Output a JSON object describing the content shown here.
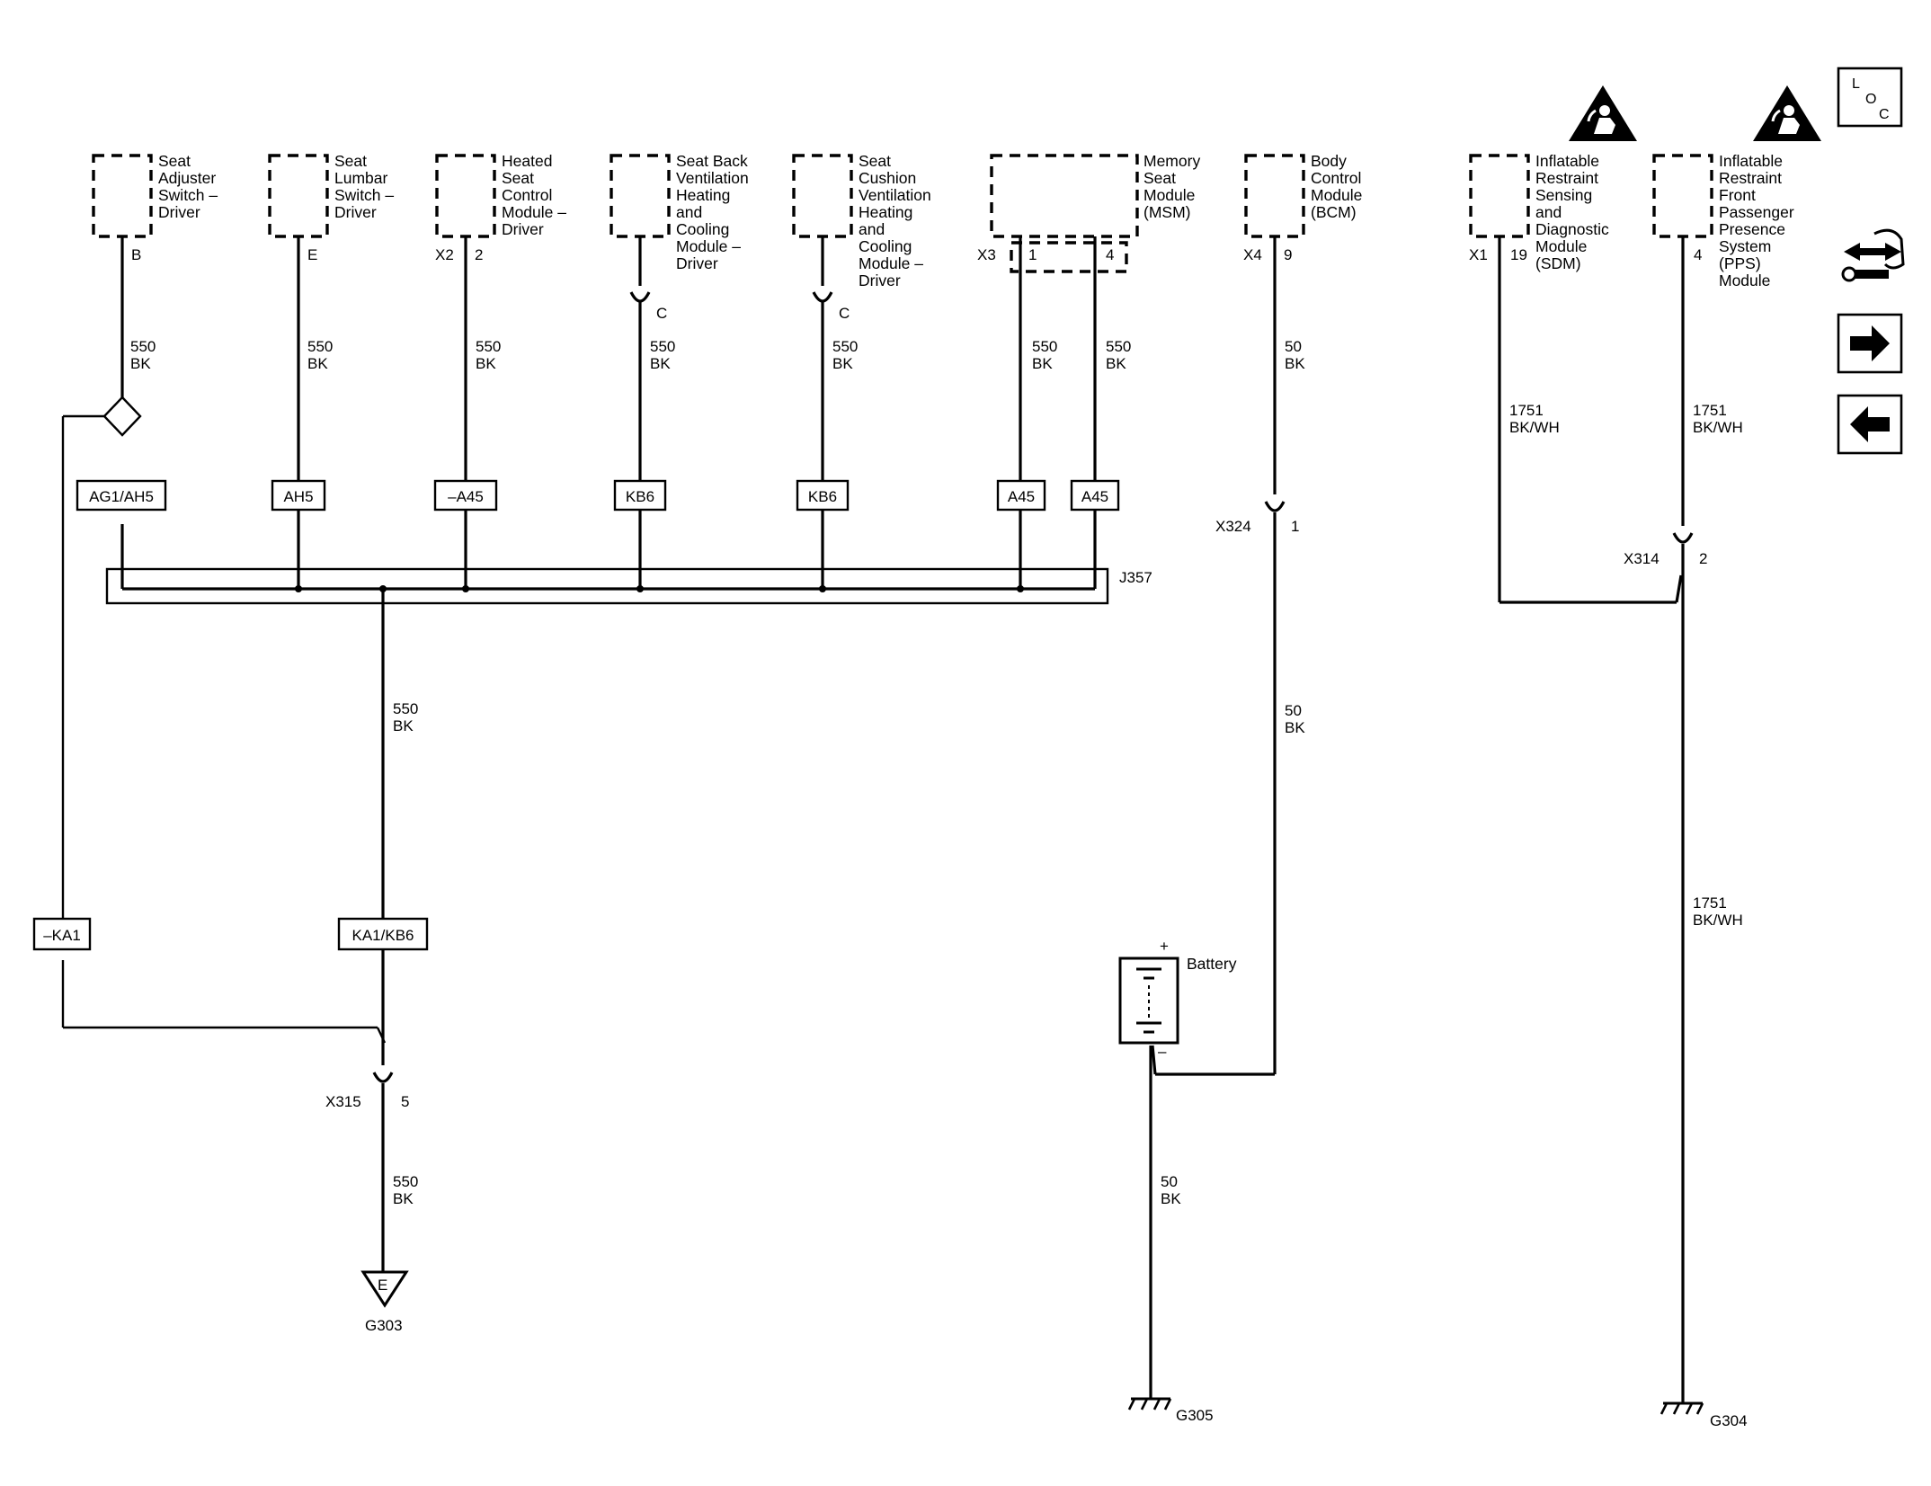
{
  "modules": [
    {
      "name_lines": [
        "Seat",
        "Adjuster",
        "Switch –",
        "Driver"
      ],
      "pin": "B"
    },
    {
      "name_lines": [
        "Seat",
        "Lumbar",
        "Switch –",
        "Driver"
      ],
      "pin": "E"
    },
    {
      "name_lines": [
        "Heated",
        "Seat",
        "Control",
        "Module –",
        "Driver"
      ],
      "connector": "X2",
      "pin": "2"
    },
    {
      "name_lines": [
        "Seat Back",
        "Ventilation",
        "Heating",
        "and",
        "Cooling",
        "Module –",
        "Driver"
      ],
      "pin": "C"
    },
    {
      "name_lines": [
        "Seat",
        "Cushion",
        "Ventilation",
        "Heating",
        "and",
        "Cooling",
        "Module –",
        "Driver"
      ],
      "pin": "C"
    },
    {
      "name_lines": [
        "Memory",
        "Seat",
        "Module",
        "(MSM)"
      ],
      "connector": "X3",
      "pins": [
        "1",
        "4"
      ]
    },
    {
      "name_lines": [
        "Body",
        "Control",
        "Module",
        "(BCM)"
      ],
      "connector": "X4",
      "pin": "9"
    },
    {
      "name_lines": [
        "Inflatable",
        "Restraint",
        "Sensing",
        "and",
        "Diagnostic",
        "Module",
        "(SDM)"
      ],
      "connector": "X1",
      "pin": "19"
    },
    {
      "name_lines": [
        "Inflatable",
        "Restraint",
        "Front",
        "Passenger",
        "Presence",
        "System",
        "(PPS)",
        "Module"
      ],
      "pin": "4"
    }
  ],
  "wires": {
    "w550": [
      "550",
      "BK"
    ],
    "w50": [
      "50",
      "BK"
    ],
    "w1751": [
      "1751",
      "BK/WH"
    ]
  },
  "options": {
    "o1": "AG1/AH5",
    "o2": "AH5",
    "o3": "–A45",
    "o4": "KB6",
    "o5": "KB6",
    "o6": "A45",
    "o7": "A45",
    "o8": "–KA1",
    "o9": "KA1/KB6"
  },
  "splice": "J357",
  "inline_connectors": {
    "x324": {
      "name": "X324",
      "pin": "1"
    },
    "x314": {
      "name": "X314",
      "pin": "2"
    },
    "x315": {
      "name": "X315",
      "pin": "5"
    }
  },
  "battery": {
    "label": "Battery",
    "plus": "+",
    "minus": "–"
  },
  "grounds": {
    "g303": {
      "name": "G303",
      "symbol": "E"
    },
    "g305": {
      "name": "G305"
    },
    "g304": {
      "name": "G304"
    }
  },
  "side_icons": {
    "loc": [
      "L",
      "O",
      "C"
    ],
    "icons": [
      "component-locator-icon",
      "harness-routing-icon",
      "next-page-arrow-icon",
      "previous-page-arrow-icon",
      "airbag-warning-icon"
    ]
  }
}
